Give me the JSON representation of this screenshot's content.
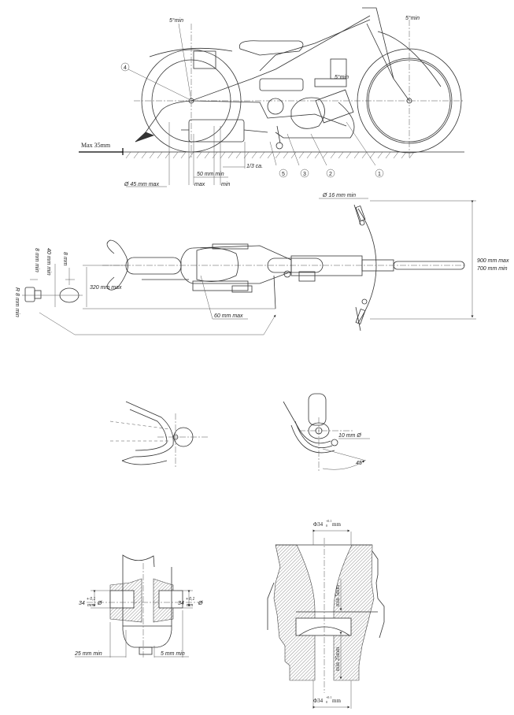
{
  "side_view": {
    "max_height_label": "Max  35mm",
    "angle_rear": "5°min",
    "angle_front": "5°min",
    "angle_mid": "5°min",
    "callouts": [
      "1",
      "2",
      "3",
      "4",
      "5"
    ],
    "dim_50": "50 mm min",
    "dim_third": "1/3 ca.",
    "dim_diameter": "Ø 45 mm max",
    "dim_max": "max",
    "dim_min": "min"
  },
  "top_view": {
    "handlebar_diameter": "Ø 16 mm min",
    "width_max": "900 mm max",
    "width_min": "700 mm min",
    "dim_320": "320 mm max",
    "dim_60": "60 mm max",
    "detail_8min": "8 mm min",
    "detail_40min": "40 mm min",
    "detail_8": "8 mm",
    "detail_r8": "R 8 mm min"
  },
  "middle_details": {
    "hole_diameter": "10 mm Ø",
    "angle": "45°"
  },
  "carburetor_detail": {
    "left_dim": "34",
    "right_dim": "34",
    "tolerance": "+ 0,1",
    "unit": "mm",
    "dia_symbol": "Ø",
    "dim_25": "25 mm min",
    "dim_5": "5 mm min"
  },
  "cylinder_detail": {
    "top_dim": "Φ34",
    "bottom_dim": "Φ34",
    "tol": "+0.1",
    "tol_zero": "0",
    "unit": "mm",
    "min_5": "min 5mm",
    "min_25": "min 25mm"
  }
}
